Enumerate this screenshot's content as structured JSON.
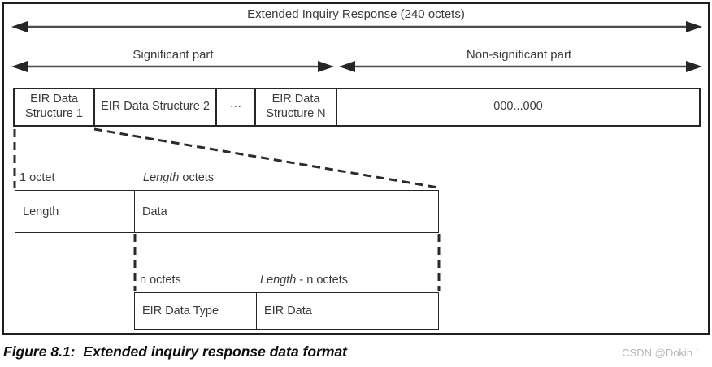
{
  "header": {
    "total_arrow_label": "Extended Inquiry Response (240 octets)",
    "significant_label": "Significant part",
    "non_significant_label": "Non-significant part"
  },
  "eir_row": {
    "cells": [
      "EIR Data Structure 1",
      "EIR Data Structure 2",
      "···",
      "EIR Data Structure N",
      "000...000"
    ]
  },
  "level2": {
    "label_left": "1 octet",
    "label_right_italic": "Length",
    "label_right_rest": " octets",
    "cells": [
      "Length",
      "Data"
    ]
  },
  "level3": {
    "label_left": "n octets",
    "label_right_italic": "Length",
    "label_right_rest": " - n octets",
    "cells": [
      "EIR Data Type",
      "EIR Data"
    ]
  },
  "footer": {
    "caption": "Figure 8.1:  Extended inquiry response data format",
    "watermark": "CSDN @Dokin ˋ"
  },
  "colors": {
    "arrow_line": "#4d4d4d",
    "arrow_head": "#262626",
    "box_border": "#262626",
    "text": "#3a3a3a",
    "watermark": "#b5b5b5"
  }
}
